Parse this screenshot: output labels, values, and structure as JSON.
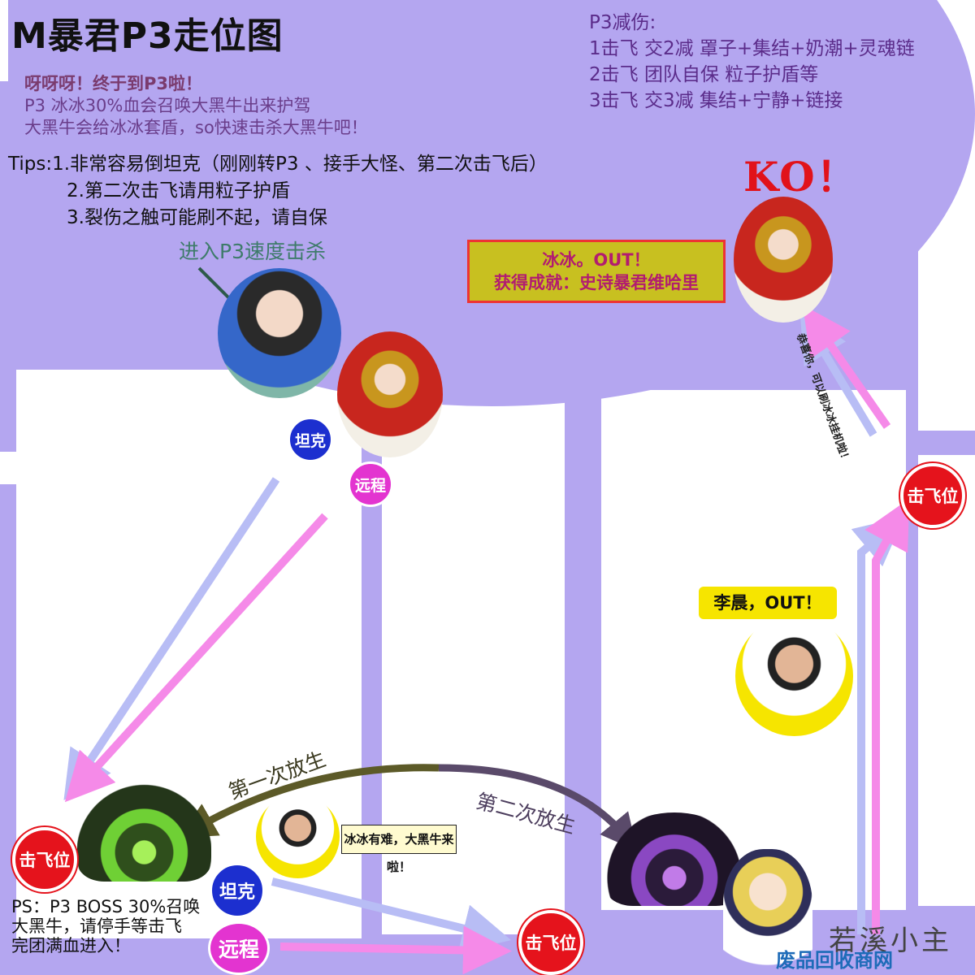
{
  "title": "M暴君P3走位图",
  "intro": {
    "line1": "呀呀呀！终于到P3啦！",
    "line2": "P3 冰冰30%血会召唤大黑牛出来护驾",
    "line3": "大黑牛会给冰冰套盾，so快速击杀大黑牛吧！"
  },
  "tips": {
    "line1": "Tips:1.非常容易倒坦克（刚刚转P3 、接手大怪、第二次击飞后）",
    "line2": "2.第二次击飞请用粒子护盾",
    "line3": "3.裂伤之触可能刷不起，请自保"
  },
  "reduction": {
    "header": "P3减伤:",
    "line1": "1击飞 交2减 罩子+集结+奶潮+灵魂链",
    "line2": "2击飞 团队自保 粒子护盾等",
    "line3": "3击飞 交3减 集结+宁静+链接"
  },
  "ko": "KO！",
  "callout": {
    "line1": "冰冰。OUT！",
    "line2": "获得成就：史诗暴君维哈里"
  },
  "enter_label": "进入P3速度击杀",
  "vertical_note": "恭喜你，可以刷冰冰挂机啦！",
  "badges": {
    "tank": "坦克",
    "ranged": "远程",
    "knockback": "击飞位"
  },
  "lichen_out": "李晨，OUT！",
  "speech": "冰冰有难，大黑牛来啦！",
  "arc_first": "第一次放生",
  "arc_second": "第二次放生",
  "ps": {
    "line1": "PS：P3 BOSS 30%召唤",
    "line2": "大黑牛，请停手等击飞",
    "line3": "完团满血进入！"
  },
  "signature": "若溪小主",
  "watermark": "废品回收商网",
  "colors": {
    "background": "#b4a6f0",
    "tank": "#1c2fcf",
    "ranged": "#e334d0",
    "knockback": "#e5131c",
    "arrow_blue": "#b8bdf5",
    "arrow_pink": "#f58ae8"
  }
}
